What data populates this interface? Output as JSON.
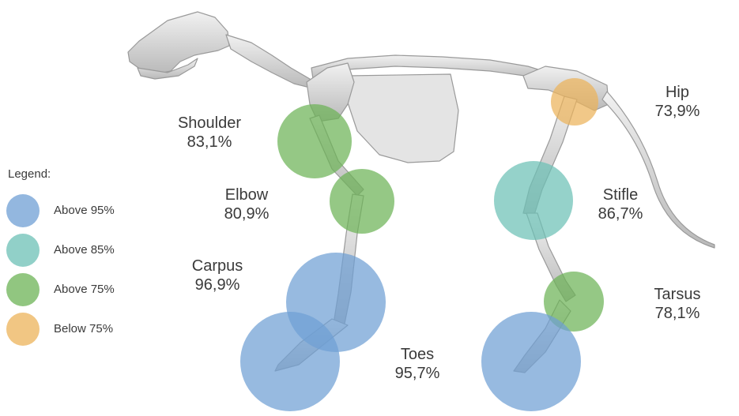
{
  "legend": {
    "title": "Legend:",
    "items": [
      {
        "label": "Above 95%",
        "color": "#6f9fd4"
      },
      {
        "label": "Above 85%",
        "color": "#6cc0b6"
      },
      {
        "label": "Above 75%",
        "color": "#6cb356"
      },
      {
        "label": "Below 75%",
        "color": "#ecb35a"
      }
    ]
  },
  "joints": [
    {
      "id": "shoulder",
      "name": "Shoulder",
      "value": "83,1%",
      "category": "Above 75%"
    },
    {
      "id": "elbow",
      "name": "Elbow",
      "value": "80,9%",
      "category": "Above 75%"
    },
    {
      "id": "carpus",
      "name": "Carpus",
      "value": "96,9%",
      "category": "Above 95%"
    },
    {
      "id": "toes",
      "name": "Toes",
      "value": "95,7%",
      "category": "Above 95%"
    },
    {
      "id": "hip",
      "name": "Hip",
      "value": "73,9%",
      "category": "Below 75%"
    },
    {
      "id": "stifle",
      "name": "Stifle",
      "value": "86,7%",
      "category": "Above 85%"
    },
    {
      "id": "tarsus",
      "name": "Tarsus",
      "value": "78,1%",
      "category": "Above 75%"
    }
  ]
}
